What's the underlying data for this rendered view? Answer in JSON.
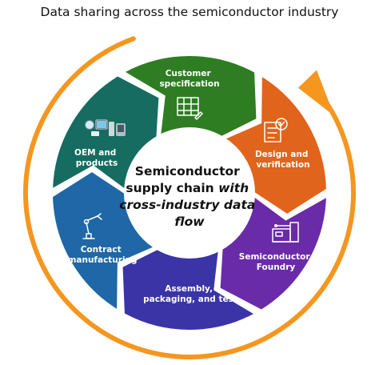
{
  "title": "Data sharing across the semiconductor industry",
  "center": {
    "line1": "Semiconductor",
    "line2_a": "supply chain ",
    "line2_b": "with",
    "line3": "cross-industry data",
    "line4": "flow"
  },
  "segments": [
    {
      "id": "customer-specification",
      "lines": [
        "Customer",
        "specification"
      ],
      "color": "#2e7d22",
      "icon": "blueprint-icon"
    },
    {
      "id": "design-and-verification",
      "lines": [
        "Design and",
        "verification"
      ],
      "color": "#e0641b",
      "icon": "document-check-icon"
    },
    {
      "id": "semiconductor-foundry",
      "lines": [
        "Semiconductor",
        "Foundry"
      ],
      "color": "#6a2ba8",
      "icon": "foundry-machine-icon"
    },
    {
      "id": "assembly-packaging-test",
      "lines": [
        "Assembly,",
        "packaging, and test"
      ],
      "color": "#3b34a6",
      "icon": ""
    },
    {
      "id": "contract-manufacturing",
      "lines": [
        "Contract",
        "manufacturing"
      ],
      "color": "#1f67a6",
      "icon": "robot-arm-icon"
    },
    {
      "id": "oem-and-products",
      "lines": [
        "OEM and",
        "products"
      ],
      "color": "#166c60",
      "icon": "devices-icon"
    }
  ],
  "colors": {
    "arrow": "#f5961f",
    "ring_gap": "#ffffff",
    "center": "#ffffff"
  }
}
